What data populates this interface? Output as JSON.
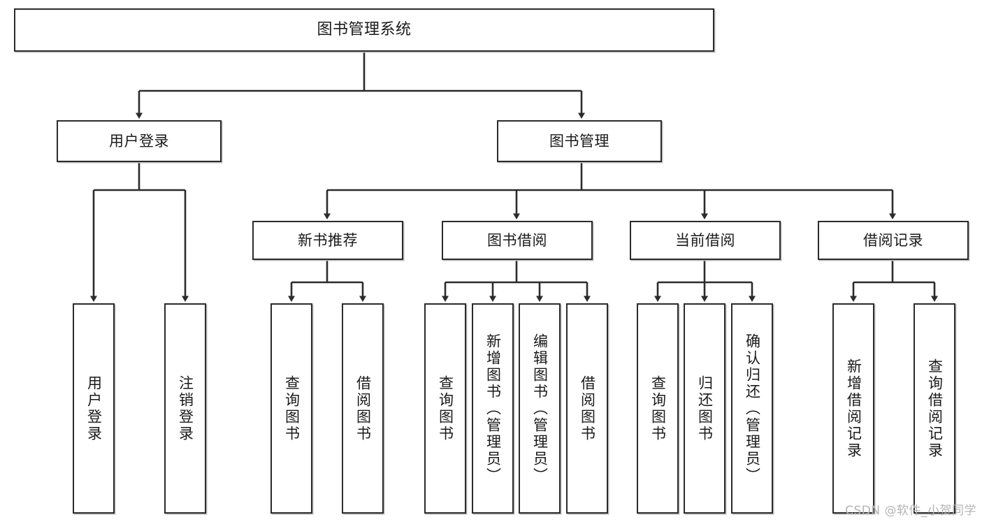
{
  "diagram": {
    "title": "图书管理系统",
    "type": "tree",
    "watermark": "CSDN @软件_小贺同学",
    "colors": {
      "node_border": "#2b2b2b",
      "node_fill": "#ffffff",
      "edge": "#2b2b2b",
      "shadow": "#bdbdbd",
      "watermark": "#b4b4b4"
    },
    "levels": {
      "root": "图书管理系统",
      "level2": [
        "用户登录",
        "图书管理"
      ],
      "level3": [
        "新书推荐",
        "图书借阅",
        "当前借阅",
        "借阅记录"
      ],
      "level4": [
        "用户登录",
        "注销登录",
        "查询图书",
        "借阅图书",
        "查询图书",
        "新增图书（管理员）",
        "编辑图书（管理员）",
        "借阅图书",
        "查询图书",
        "归还图书",
        "确认归还（管理员）",
        "新增借阅记录",
        "查询借阅记录"
      ]
    },
    "nodes": {
      "root": {
        "label": "图书管理系统"
      },
      "user_login": {
        "label": "用户登录"
      },
      "book_mgmt": {
        "label": "图书管理"
      },
      "new_book_rec": {
        "label": "新书推荐"
      },
      "book_borrow": {
        "label": "图书借阅"
      },
      "current_borrow": {
        "label": "当前借阅"
      },
      "borrow_record": {
        "label": "借阅记录"
      },
      "leaf_user_login": {
        "label": "用户登录"
      },
      "leaf_logout": {
        "label": "注销登录"
      },
      "leaf_query_book_1": {
        "label": "查询图书"
      },
      "leaf_borrow_book_1": {
        "label": "借阅图书"
      },
      "leaf_query_book_2": {
        "label": "查询图书"
      },
      "leaf_add_book_admin": {
        "label": "新增图书（管理员）"
      },
      "leaf_edit_book_admin": {
        "label": "编辑图书（管理员）"
      },
      "leaf_borrow_book_2": {
        "label": "借阅图书"
      },
      "leaf_query_book_3": {
        "label": "查询图书"
      },
      "leaf_return_book": {
        "label": "归还图书"
      },
      "leaf_confirm_return_admin": {
        "label": "确认归还（管理员）"
      },
      "leaf_add_record": {
        "label": "新增借阅记录"
      },
      "leaf_query_record": {
        "label": "查询借阅记录"
      }
    },
    "edges": [
      {
        "from": "root",
        "to": "user_login"
      },
      {
        "from": "root",
        "to": "book_mgmt"
      },
      {
        "from": "user_login",
        "to": "leaf_user_login"
      },
      {
        "from": "user_login",
        "to": "leaf_logout"
      },
      {
        "from": "book_mgmt",
        "to": "new_book_rec"
      },
      {
        "from": "book_mgmt",
        "to": "book_borrow"
      },
      {
        "from": "book_mgmt",
        "to": "current_borrow"
      },
      {
        "from": "book_mgmt",
        "to": "borrow_record"
      },
      {
        "from": "new_book_rec",
        "to": "leaf_query_book_1"
      },
      {
        "from": "new_book_rec",
        "to": "leaf_borrow_book_1"
      },
      {
        "from": "book_borrow",
        "to": "leaf_query_book_2"
      },
      {
        "from": "book_borrow",
        "to": "leaf_add_book_admin"
      },
      {
        "from": "book_borrow",
        "to": "leaf_edit_book_admin"
      },
      {
        "from": "book_borrow",
        "to": "leaf_borrow_book_2"
      },
      {
        "from": "current_borrow",
        "to": "leaf_query_book_3"
      },
      {
        "from": "current_borrow",
        "to": "leaf_return_book"
      },
      {
        "from": "current_borrow",
        "to": "leaf_confirm_return_admin"
      },
      {
        "from": "borrow_record",
        "to": "leaf_add_record"
      },
      {
        "from": "borrow_record",
        "to": "leaf_query_record"
      }
    ]
  }
}
